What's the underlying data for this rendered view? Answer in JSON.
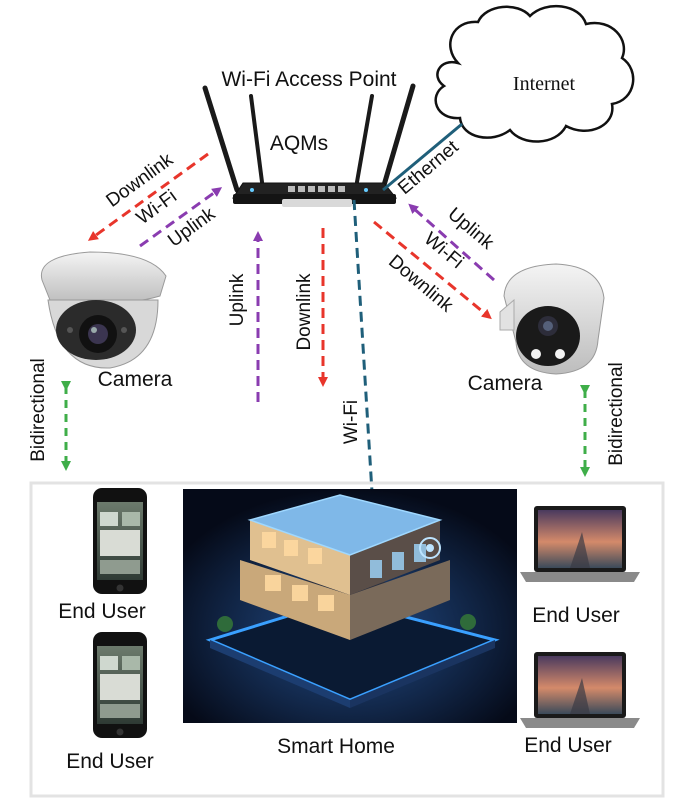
{
  "router": {
    "title": "Wi-Fi Access Point",
    "subtitle": "AQMs"
  },
  "internet": {
    "label": "Internet"
  },
  "links": {
    "ethernet": "Ethernet",
    "wifi": "Wi-Fi",
    "uplink": "Uplink",
    "downlink": "Downlink",
    "bidirectional": "Bidirectional"
  },
  "cameras": {
    "left": "Camera",
    "right": "Camera"
  },
  "end_users": {
    "phone_top": "End User",
    "phone_bottom": "End User",
    "laptop_top": "End User",
    "laptop_bottom": "End User"
  },
  "smart_home": {
    "label": "Smart Home"
  },
  "colors": {
    "downlink": "#e8352b",
    "uplink": "#8a3cb0",
    "wifi_ethernet": "#1f5f7a",
    "bidirectional": "#3fae49",
    "glow": "#3aa0ff"
  },
  "icons": [
    "router-icon",
    "cloud-icon",
    "dome-camera-icon",
    "bullet-camera-icon",
    "smartphone-icon",
    "laptop-icon",
    "smart-home-image"
  ]
}
